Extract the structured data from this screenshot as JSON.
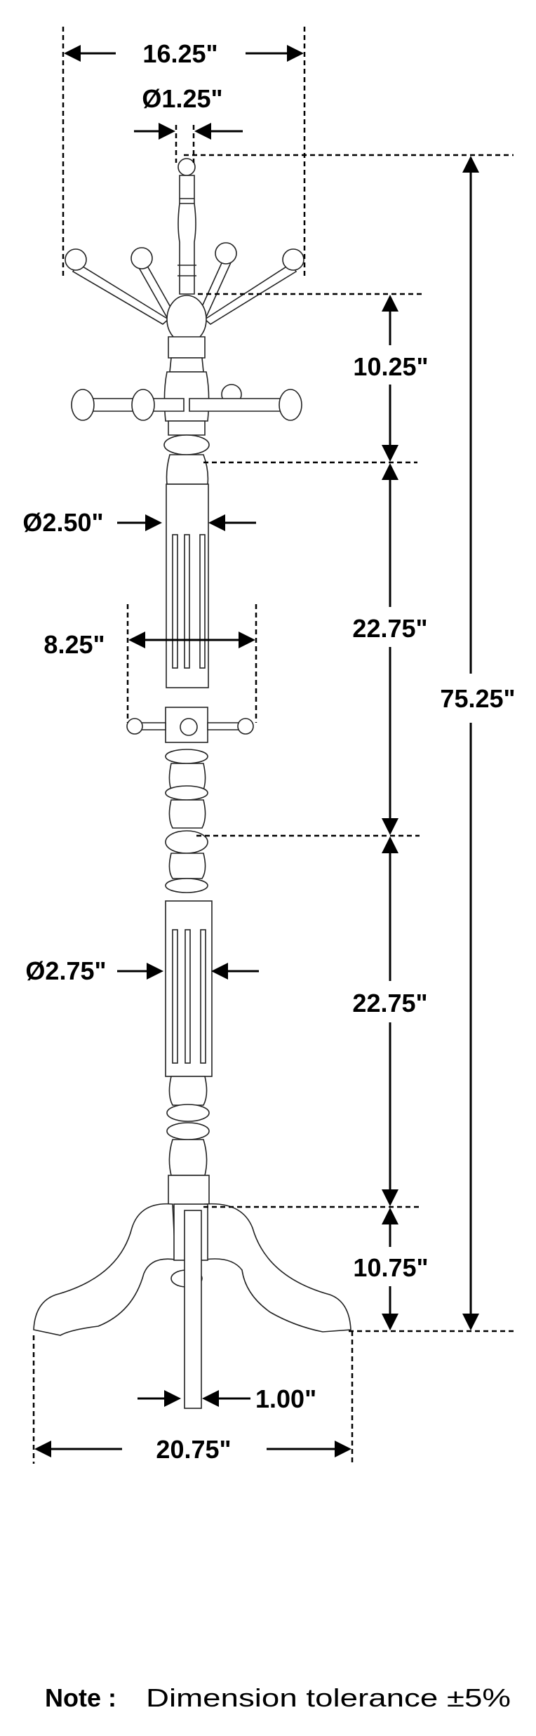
{
  "dimensions": {
    "top_hook_span": "16.25\"",
    "finial_diameter": "Ø1.25\"",
    "upper_hook_height": "10.25\"",
    "upper_column_diameter": "Ø2.50\"",
    "middle_hook_span": "8.25\"",
    "upper_column_height": "22.75\"",
    "total_height": "75.25\"",
    "lower_column_diameter": "Ø2.75\"",
    "lower_column_height": "22.75\"",
    "base_height": "10.75\"",
    "center_post_width": "1.00\"",
    "base_span": "20.75\""
  },
  "note": {
    "label": "Note :",
    "text": "Dimension tolerance ±5%"
  },
  "colors": {
    "line": "#000000",
    "background": "#ffffff"
  }
}
